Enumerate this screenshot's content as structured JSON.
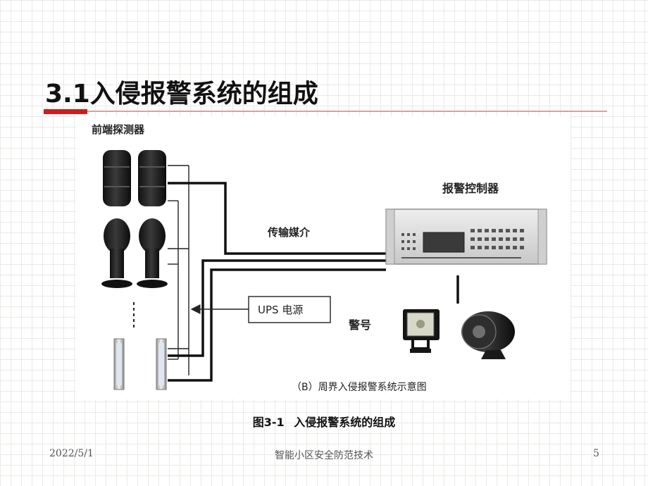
{
  "slide": {
    "title": "3.1入侵报警系统的组成"
  },
  "figure": {
    "labels": {
      "detectors": "前端探测器",
      "controller": "报警控制器",
      "transmission": "传输媒介",
      "ups": "UPS 电源",
      "alarm": "警号",
      "subcaption": "（B）周界入侵报警系统示意图"
    }
  },
  "caption": {
    "number": "图3-1",
    "text": "入侵报警系统的组成"
  },
  "footer": {
    "date": "2022/5/1",
    "course": "智能小区安全防范技术",
    "page": "5"
  },
  "colors": {
    "accent_red": "#cc1d1d",
    "grid": "#ece9e6"
  }
}
